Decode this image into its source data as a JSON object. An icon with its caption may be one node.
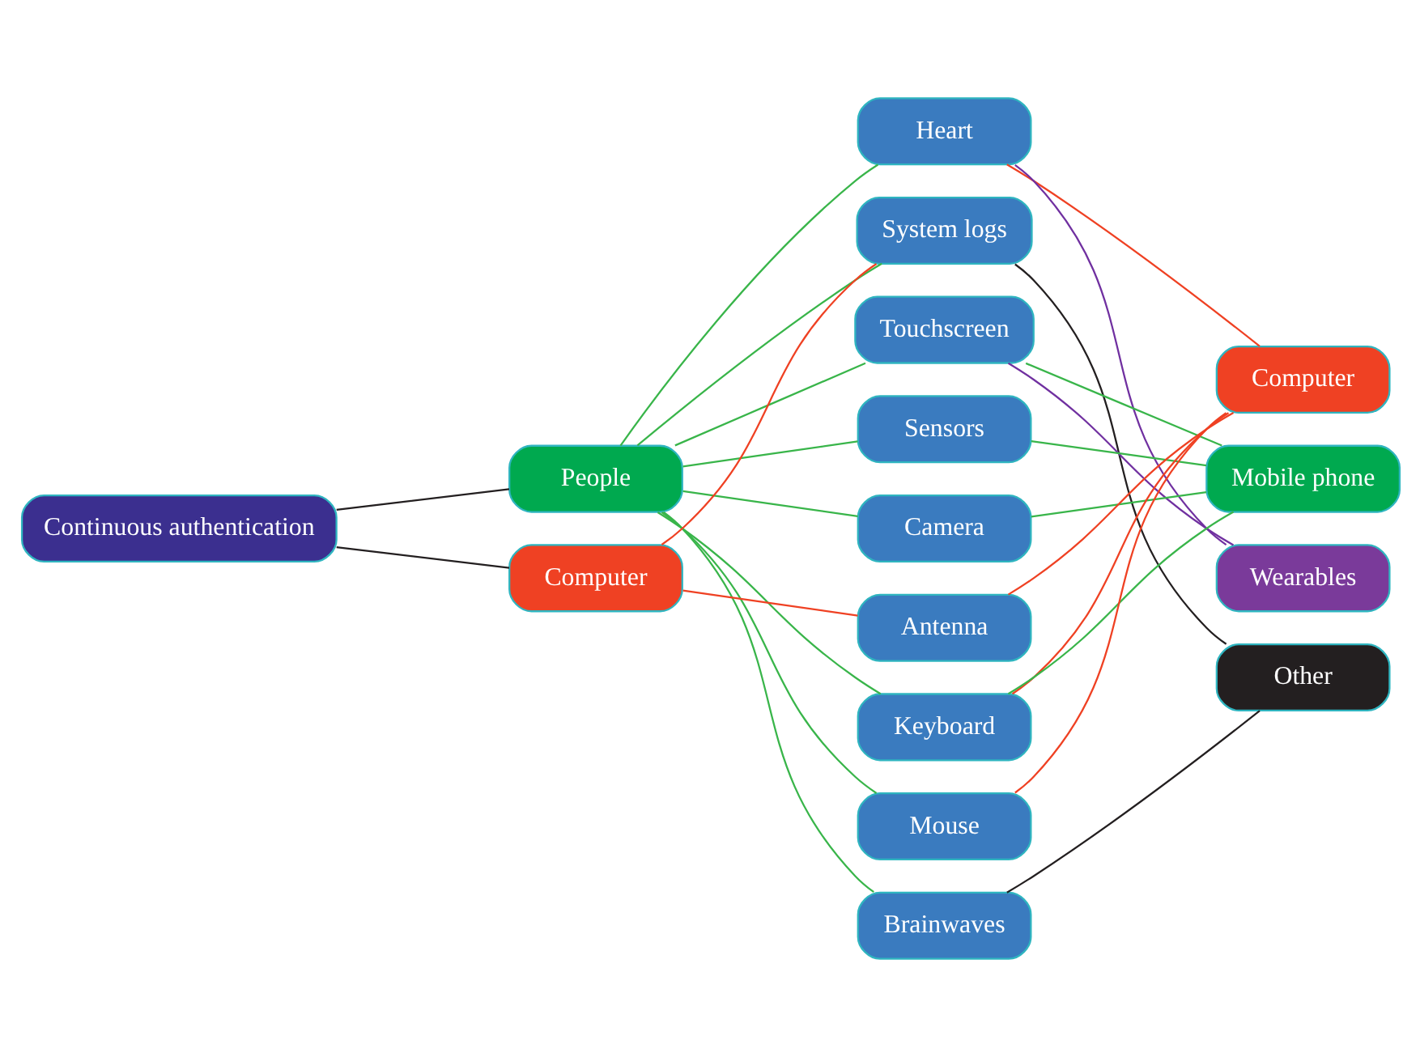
{
  "diagram": {
    "nodes": [
      {
        "text": [
          "Continuous authentication"
        ]
      },
      {
        "text": [
          "People"
        ]
      },
      {
        "text": [
          "Computer"
        ]
      },
      {
        "text": [
          "Heart"
        ]
      },
      {
        "text": [
          "System logs"
        ]
      },
      {
        "text": [
          "Touchscreen"
        ]
      },
      {
        "text": [
          "Sensors"
        ]
      },
      {
        "text": [
          "Camera"
        ]
      },
      {
        "text": [
          "Antenna"
        ]
      },
      {
        "text": [
          "Keyboard"
        ]
      },
      {
        "text": [
          "Mouse"
        ]
      },
      {
        "text": [
          "Brainwaves"
        ]
      },
      {
        "text": [
          "Computer"
        ]
      },
      {
        "text": [
          "Mobile phone"
        ]
      },
      {
        "text": [
          "Wearables"
        ]
      },
      {
        "text": [
          "Other"
        ]
      }
    ],
    "edges": [
      {
        "from": 0,
        "to": 1,
        "arrow": "none",
        "color": "#231f20"
      },
      {
        "from": 0,
        "to": 2,
        "arrow": "none",
        "color": "#231f20"
      },
      {
        "from": 1,
        "to": 3,
        "arrow": "none"
      },
      {
        "from": 1,
        "to": 4,
        "arrow": "none"
      },
      {
        "from": 1,
        "to": 5,
        "arrow": "none"
      },
      {
        "from": 1,
        "to": 6,
        "arrow": "none"
      },
      {
        "from": 1,
        "to": 7,
        "arrow": "none"
      },
      {
        "from": 1,
        "to": 9,
        "arrow": "none"
      },
      {
        "from": 1,
        "to": 10,
        "arrow": "none"
      },
      {
        "from": 1,
        "to": 11,
        "arrow": "none"
      },
      {
        "from": 2,
        "to": 4,
        "arrow": "none",
        "color": "#ef4123"
      },
      {
        "from": 2,
        "to": 8,
        "arrow": "none",
        "color": "#ef4123"
      },
      {
        "from": 3,
        "to": 12,
        "arrow": "none",
        "color": "#ef4123"
      },
      {
        "from": 3,
        "to": 14,
        "arrow": "none",
        "color": "#7030a0"
      },
      {
        "from": 4,
        "to": 15,
        "arrow": "none",
        "color": "#231f20"
      },
      {
        "from": 5,
        "to": 13,
        "arrow": "none"
      },
      {
        "from": 5,
        "to": 14,
        "arrow": "none",
        "color": "#7030a0"
      },
      {
        "from": 6,
        "to": 13,
        "arrow": "none"
      },
      {
        "from": 7,
        "to": 13,
        "arrow": "none"
      },
      {
        "from": 8,
        "to": 12,
        "arrow": "none",
        "color": "#ef4123"
      },
      {
        "from": 9,
        "to": 12,
        "arrow": "none",
        "color": "#ef4123"
      },
      {
        "from": 9,
        "to": 13,
        "arrow": "none"
      },
      {
        "from": 10,
        "to": 12,
        "arrow": "none",
        "color": "#ef4123"
      },
      {
        "from": 11,
        "to": 15,
        "arrow": "none",
        "color": "#231f20"
      }
    ]
  }
}
